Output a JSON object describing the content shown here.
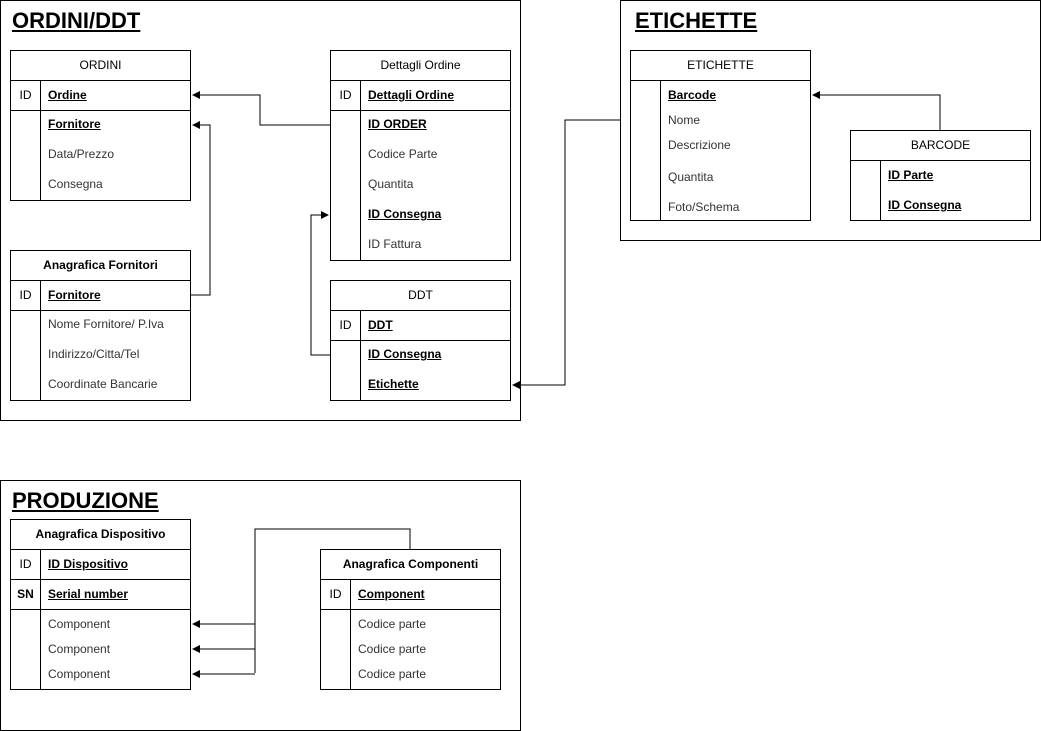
{
  "groups": {
    "ordini_ddt": "ORDINI/DDT",
    "etichette": "ETICHETTE",
    "produzione": "PRODUZIONE"
  },
  "tables": {
    "ordini": {
      "title": "ORDINI",
      "key": "ID",
      "key_field": "Ordine",
      "fields": [
        "Fornitore",
        "Data/Prezzo",
        "Consegna"
      ]
    },
    "dettagli_ordine": {
      "title": "Dettagli Ordine",
      "key": "ID",
      "key_field": "Dettagli Ordine",
      "fields": [
        "ID ORDER",
        "Codice Parte",
        "Quantita",
        "ID Consegna",
        "ID Fattura"
      ]
    },
    "anagrafica_fornitori": {
      "title": "Anagrafica Fornitori",
      "key": "ID",
      "key_field": "Fornitore",
      "fields": [
        "Nome Fornitore/ P.Iva",
        "Indirizzo/Citta/Tel",
        "Coordinate Bancarie"
      ]
    },
    "ddt": {
      "title": "DDT",
      "key": "ID",
      "key_field": "DDT",
      "fields": [
        "ID Consegna",
        "Etichette"
      ]
    },
    "etichette": {
      "title": "ETICHETTE",
      "fields": [
        "Barcode",
        "Nome",
        "Descrizione",
        "Quantita",
        "Foto/Schema"
      ]
    },
    "barcode": {
      "title": "BARCODE",
      "fields": [
        "ID Parte",
        "ID Consegna"
      ]
    },
    "anagrafica_dispositivo": {
      "title": "Anagrafica Dispositivo",
      "key": "ID",
      "key_field": "ID Dispositivo",
      "key2": "SN",
      "key2_field": "Serial number",
      "fields": [
        "Component",
        "Component",
        "Component"
      ]
    },
    "anagrafica_componenti": {
      "title": "Anagrafica Componenti",
      "key": "ID",
      "key_field": "Component",
      "fields": [
        "Codice parte",
        "Codice parte",
        "Codice parte"
      ]
    }
  }
}
